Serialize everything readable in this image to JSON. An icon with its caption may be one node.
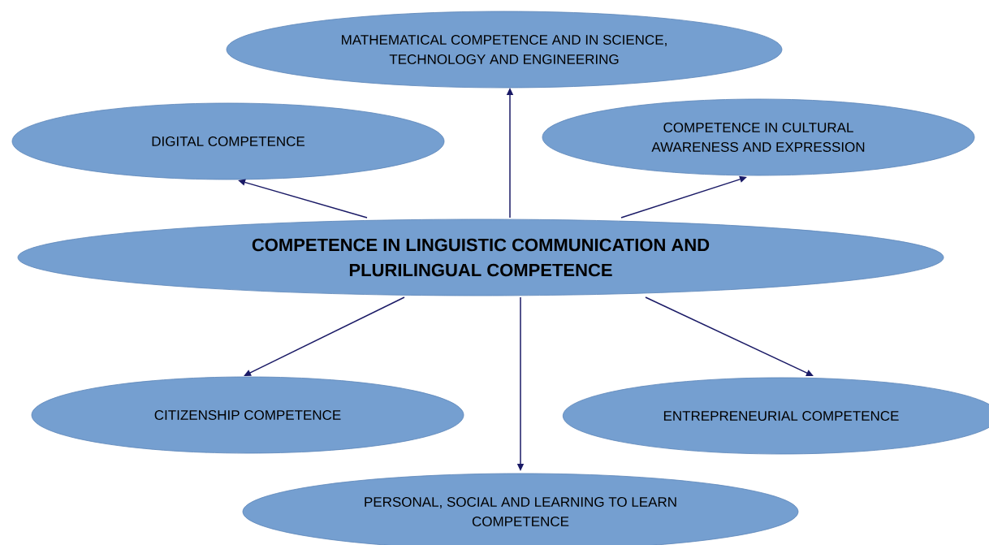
{
  "diagram": {
    "nodes": [
      {
        "text": [
          "MATHEMATICAL COMPETENCE AND IN SCIENCE, TECHNOLOGY AND ENGINEERING"
        ]
      },
      {
        "text": [
          "DIGITAL COMPETENCE"
        ]
      },
      {
        "text": [
          "COMPETENCE IN CULTURAL AWARENESS AND EXPRESSION"
        ]
      },
      {
        "text": [
          "COMPETENCE IN LINGUISTIC COMMUNICATION AND PLURILINGUAL COMPETENCE"
        ]
      },
      {
        "text": [
          "CITIZENSHIP COMPETENCE"
        ]
      },
      {
        "text": [
          "ENTREPRENEURIAL COMPETENCE"
        ]
      },
      {
        "text": [
          "PERSONAL, SOCIAL AND LEARNING TO LEARN COMPETENCE"
        ]
      }
    ],
    "edges": [
      {
        "from": 3,
        "to": 0,
        "arrow": "to"
      },
      {
        "from": 3,
        "to": 1,
        "arrow": "to"
      },
      {
        "from": 3,
        "to": 2,
        "arrow": "to"
      },
      {
        "from": 3,
        "to": 4,
        "arrow": "to"
      },
      {
        "from": 3,
        "to": 5,
        "arrow": "to"
      },
      {
        "from": 3,
        "to": 6,
        "arrow": "to"
      }
    ]
  }
}
